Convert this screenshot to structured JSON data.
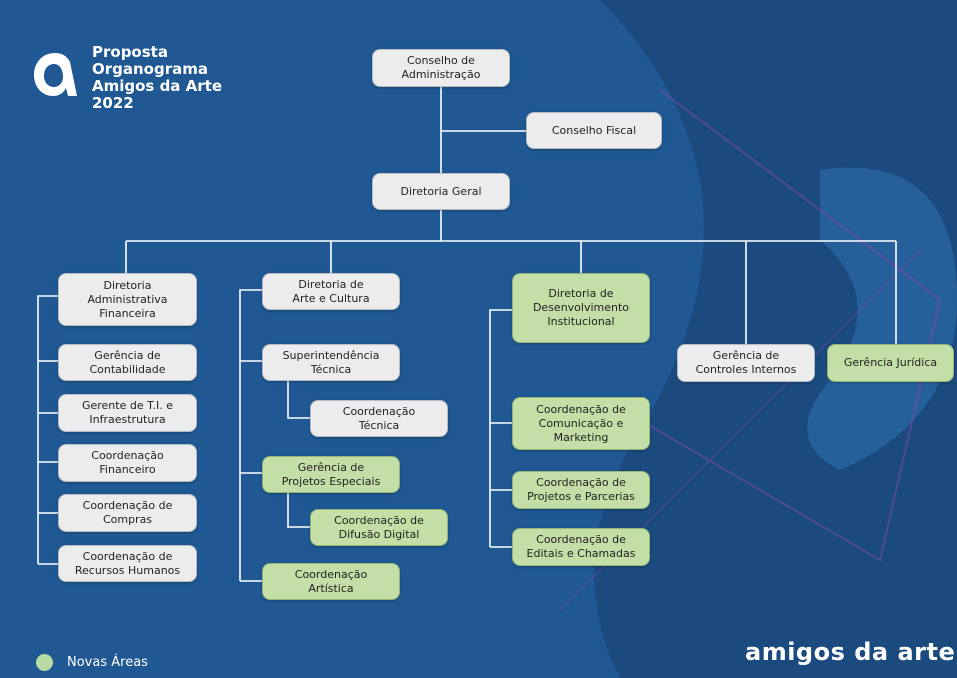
{
  "title": {
    "lines": [
      "Proposta",
      "Organograma",
      "Amigos da Arte",
      "2022"
    ]
  },
  "colors": {
    "background": "#1f5893",
    "existing_box": "#ececec",
    "new_box": "#c3dea7",
    "connector": "#ffffff",
    "legend_dot": "#b8dba3"
  },
  "nodes": {
    "conselho_adm": {
      "label": "Conselho de\nAdministração",
      "kind": "existing"
    },
    "conselho_fiscal": {
      "label": "Conselho Fiscal",
      "kind": "existing"
    },
    "diretoria_geral": {
      "label": "Diretoria Geral",
      "kind": "existing"
    },
    "dir_adm_fin": {
      "label": "Diretoria\nAdministrativa\nFinanceira",
      "kind": "existing"
    },
    "ger_contabilidade": {
      "label": "Gerência de\nContabilidade",
      "kind": "existing"
    },
    "gerente_ti": {
      "label": "Gerente de T.I. e\nInfraestrutura",
      "kind": "existing"
    },
    "coord_financeiro": {
      "label": "Coordenação\nFinanceiro",
      "kind": "existing"
    },
    "coord_compras": {
      "label": "Coordenação de\nCompras",
      "kind": "existing"
    },
    "coord_rh": {
      "label": "Coordenação de\nRecursos Humanos",
      "kind": "existing"
    },
    "dir_arte_cultura": {
      "label": "Diretoria de\nArte e Cultura",
      "kind": "existing"
    },
    "sup_tecnica": {
      "label": "Superintendência\nTécnica",
      "kind": "existing"
    },
    "coord_tecnica": {
      "label": "Coordenação\nTécnica",
      "kind": "existing"
    },
    "ger_projetos_esp": {
      "label": "Gerência de\nProjetos Especiais",
      "kind": "new"
    },
    "coord_difusao": {
      "label": "Coordenação de\nDifusão Digital",
      "kind": "new"
    },
    "coord_artistica": {
      "label": "Coordenação\nArtística",
      "kind": "new"
    },
    "dir_desenv_inst": {
      "label": "Diretoria de\nDesenvolvimento\nInstitucional",
      "kind": "new"
    },
    "coord_comunicacao": {
      "label": "Coordenação de\nComunicação e\nMarketing",
      "kind": "new"
    },
    "coord_projetos_parcerias": {
      "label": "Coordenação de\nProjetos e Parcerias",
      "kind": "new"
    },
    "coord_editais": {
      "label": "Coordenação de\nEditais e Chamadas",
      "kind": "new"
    },
    "ger_controles": {
      "label": "Gerência de\nControles Internos",
      "kind": "existing"
    },
    "ger_juridica": {
      "label": "Gerência Jurídica",
      "kind": "new"
    }
  },
  "edges": [
    [
      "conselho_adm",
      "diretoria_geral"
    ],
    [
      "conselho_adm",
      "conselho_fiscal"
    ],
    [
      "diretoria_geral",
      "dir_adm_fin"
    ],
    [
      "diretoria_geral",
      "dir_arte_cultura"
    ],
    [
      "diretoria_geral",
      "dir_desenv_inst"
    ],
    [
      "diretoria_geral",
      "ger_controles"
    ],
    [
      "diretoria_geral",
      "ger_juridica"
    ],
    [
      "dir_adm_fin",
      "ger_contabilidade"
    ],
    [
      "dir_adm_fin",
      "gerente_ti"
    ],
    [
      "dir_adm_fin",
      "coord_financeiro"
    ],
    [
      "dir_adm_fin",
      "coord_compras"
    ],
    [
      "dir_adm_fin",
      "coord_rh"
    ],
    [
      "dir_arte_cultura",
      "sup_tecnica"
    ],
    [
      "sup_tecnica",
      "coord_tecnica"
    ],
    [
      "dir_arte_cultura",
      "ger_projetos_esp"
    ],
    [
      "ger_projetos_esp",
      "coord_difusao"
    ],
    [
      "dir_arte_cultura",
      "coord_artistica"
    ],
    [
      "dir_desenv_inst",
      "coord_comunicacao"
    ],
    [
      "dir_desenv_inst",
      "coord_projetos_parcerias"
    ],
    [
      "dir_desenv_inst",
      "coord_editais"
    ]
  ],
  "legend": {
    "label": "Novas Áreas"
  },
  "brand": {
    "text": "amigos da arte"
  }
}
